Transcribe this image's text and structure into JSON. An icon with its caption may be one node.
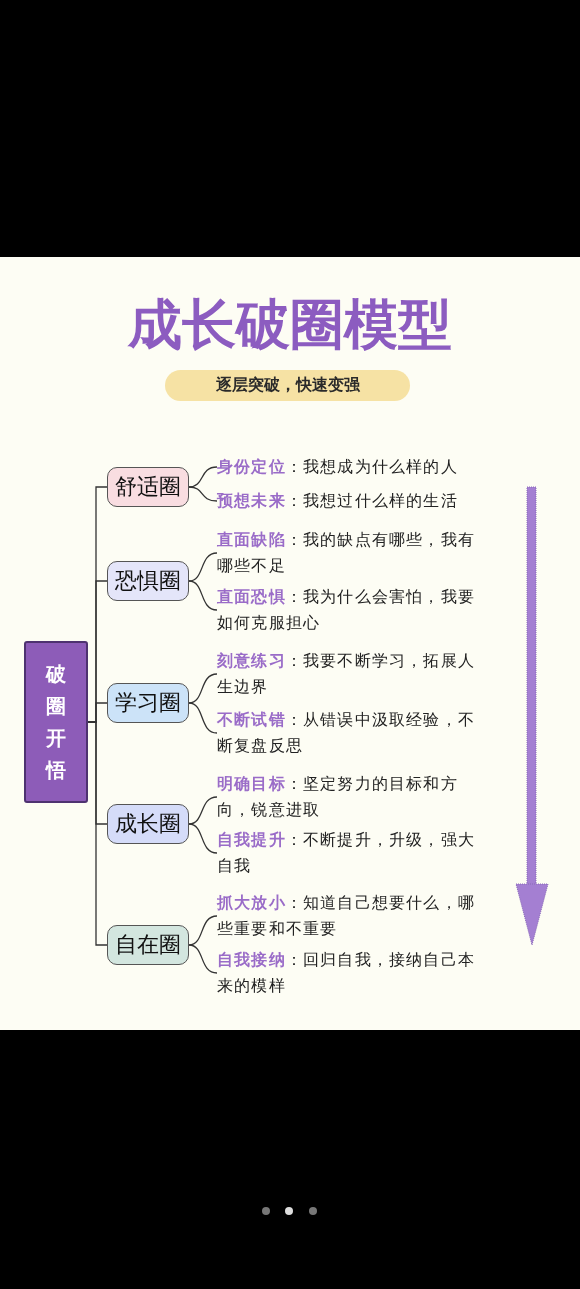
{
  "diagram": {
    "title": "成长破圈模型",
    "nodes": [
      {
        "text": [
          "逐层突破，快速变强"
        ]
      },
      {
        "text": [
          "破圈开悟"
        ]
      },
      {
        "text": [
          "舒适圈"
        ]
      },
      {
        "text": [
          "**身份定位**：我想成为什么样的人"
        ]
      },
      {
        "text": [
          "**预想未来**：我想过什么样的生活"
        ]
      },
      {
        "text": [
          "恐惧圈"
        ]
      },
      {
        "text": [
          "**直面缺陷**：我的缺点有哪些，我有哪些不足"
        ]
      },
      {
        "text": [
          "**直面恐惧**：我为什么会害怕，我要如何克服担心"
        ]
      },
      {
        "text": [
          "学习圈"
        ]
      },
      {
        "text": [
          "**刻意练习**：我要不断学习，拓展人生边界"
        ]
      },
      {
        "text": [
          "**不断试错**：从错误中汲取经验，不断复盘反思"
        ]
      },
      {
        "text": [
          "成长圈"
        ]
      },
      {
        "text": [
          "**明确目标**：坚定努力的目标和方向，锐意进取"
        ]
      },
      {
        "text": [
          "**自我提升**：不断提升，升级，强大自我"
        ]
      },
      {
        "text": [
          "自在圈"
        ]
      },
      {
        "text": [
          "**抓大放小**：知道自己想要什么，哪些重要和不重要"
        ]
      },
      {
        "text": [
          "**自我接纳**：回归自我，接纳自己本来的模样"
        ]
      }
    ],
    "edges": [
      {
        "from": 1,
        "to": 2,
        "arrow": "none"
      },
      {
        "from": 1,
        "to": 5,
        "arrow": "none"
      },
      {
        "from": 1,
        "to": 8,
        "arrow": "none"
      },
      {
        "from": 1,
        "to": 11,
        "arrow": "none"
      },
      {
        "from": 1,
        "to": 14,
        "arrow": "none"
      },
      {
        "from": 2,
        "to": 3,
        "arrow": "none"
      },
      {
        "from": 2,
        "to": 4,
        "arrow": "none"
      },
      {
        "from": 5,
        "to": 6,
        "arrow": "none"
      },
      {
        "from": 5,
        "to": 7,
        "arrow": "none"
      },
      {
        "from": 8,
        "to": 9,
        "arrow": "none"
      },
      {
        "from": 8,
        "to": 10,
        "arrow": "none"
      },
      {
        "from": 11,
        "to": 12,
        "arrow": "none"
      },
      {
        "from": 11,
        "to": 13,
        "arrow": "none"
      },
      {
        "from": 14,
        "to": 15,
        "arrow": "none"
      },
      {
        "from": 14,
        "to": 16,
        "arrow": "none"
      }
    ]
  }
}
